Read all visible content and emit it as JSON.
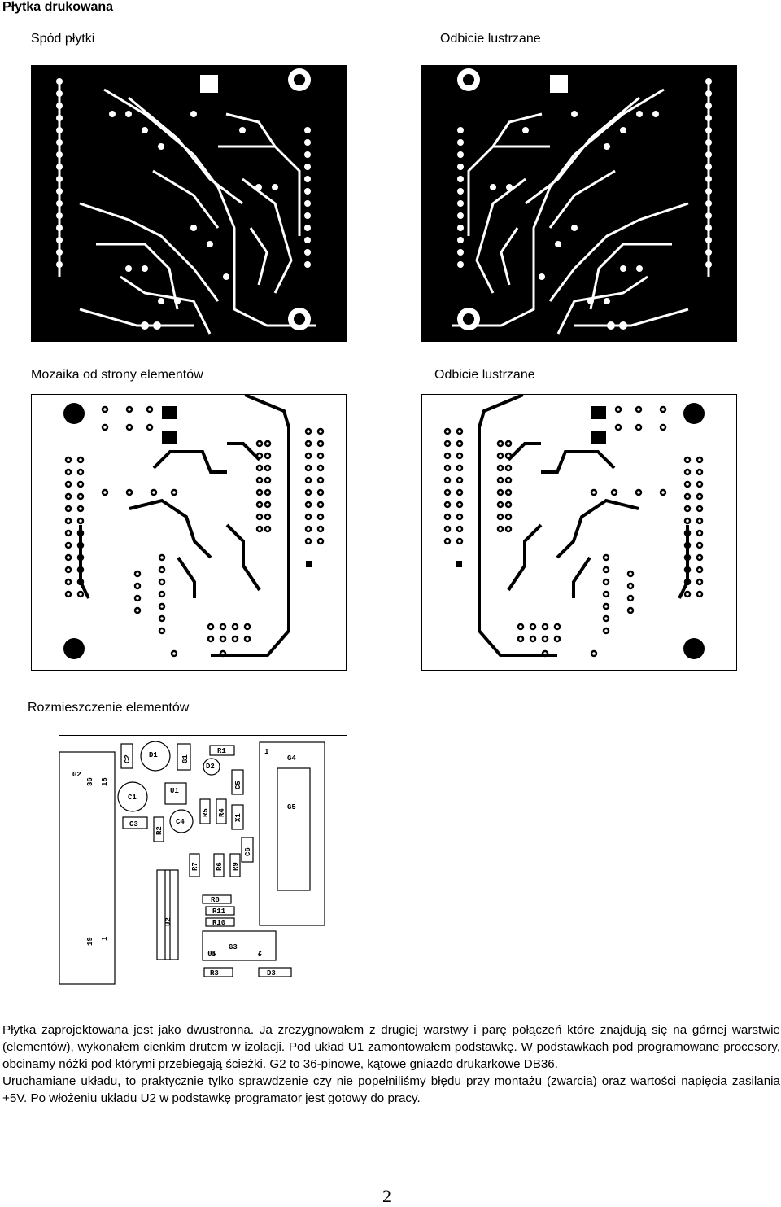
{
  "header": {
    "title": "Płytka drukowana"
  },
  "captions": {
    "bottom_side": "Spód płytki",
    "mirror_1": "Odbicie lustrzane",
    "component_side": "Mozaika od strony elementów",
    "mirror_2": "Odbicie lustrzane",
    "placement": "Rozmieszczenie elementów"
  },
  "placement_labels": {
    "G2": "G2",
    "p36": "36",
    "p18": "18",
    "p19": "19",
    "p1": "1",
    "C2": "C2",
    "D1": "D1",
    "G1": "G1",
    "R1": "R1",
    "D2": "D2",
    "C5": "C5",
    "C1": "C1",
    "U1": "U1",
    "R5": "R5",
    "R4": "R4",
    "X1": "X1",
    "C3": "C3",
    "R2": "R2",
    "C4": "C4",
    "C6": "C6",
    "R7": "R7",
    "R6": "R6",
    "R9": "R9",
    "R8": "R8",
    "R11": "R11",
    "R10": "R10",
    "U2": "U2",
    "G3": "G3",
    "g3_10": "10",
    "g3_9": "9",
    "g3_2": "2",
    "g3_1": "1",
    "R3": "R3",
    "D3": "D3",
    "G4": "G4",
    "G5": "G5",
    "g4_1": "1"
  },
  "body": {
    "paragraph_1": "Płytka zaprojektowana jest jako dwustronna. Ja zrezygnowałem z drugiej warstwy i parę połączeń które znajdują się na górnej warstwie (elementów), wykonałem cienkim drutem w izolacji. Pod układ U1 zamontowałem podstawkę. W podstawkach pod programowane procesory, obcinamy nóżki pod którymi przebiegają ścieżki. G2 to 36-pinowe, kątowe gniazdo drukarkowe DB36.",
    "paragraph_2": "Uruchamiane układu, to praktycznie tylko sprawdzenie czy nie popełniliśmy błędu przy montażu (zwarcia) oraz wartości napięcia zasilania +5V. Po włożeniu układu U2 w podstawkę programator jest gotowy do pracy."
  },
  "footer": {
    "page_number": "2"
  }
}
